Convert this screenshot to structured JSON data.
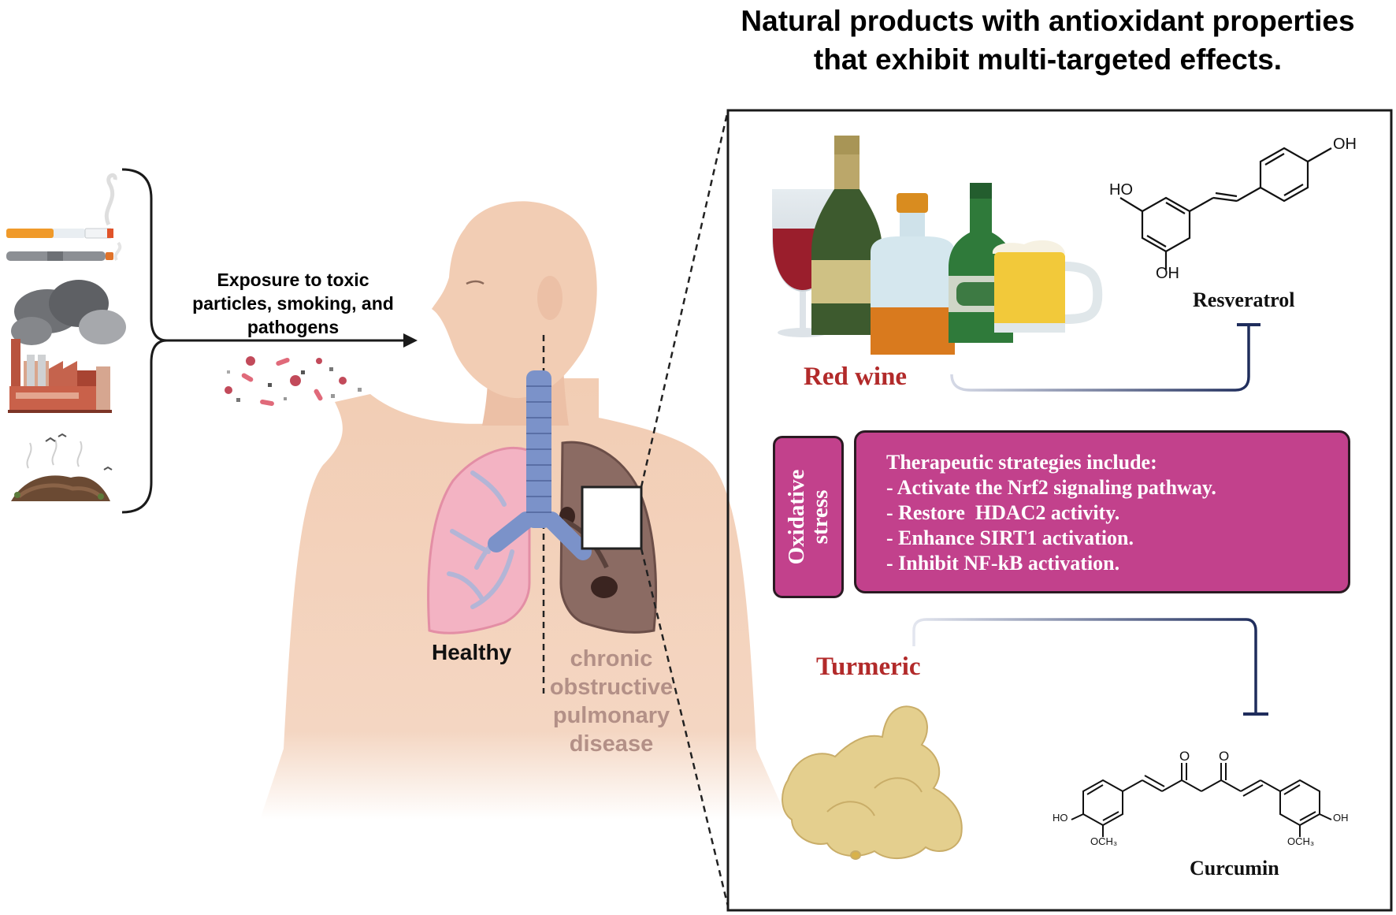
{
  "title": {
    "line1": "Natural products with antioxidant properties",
    "line2": "that exhibit multi-targeted effects."
  },
  "exposure": {
    "line1": "Exposure to toxic",
    "line2": "particles, smoking, and",
    "line3": "pathogens"
  },
  "lungs": {
    "healthy_label": "Healthy",
    "copd_line1": "chronic",
    "copd_line2": "obstructive",
    "copd_line3": "pulmonary",
    "copd_line4": "disease"
  },
  "sources": {
    "red_wine": "Red wine",
    "turmeric": "Turmeric"
  },
  "compounds": {
    "resveratrol": "Resveratrol",
    "curcumin": "Curcumin",
    "oh_label": "OH",
    "ho_label": "HO",
    "o_label": "O",
    "och3_label": "OCH₃"
  },
  "oxidative_stress": {
    "line1": "Oxidative",
    "line2": "stress"
  },
  "therapeutic": {
    "heading": "Therapeutic strategies include:",
    "items": [
      "- Activate the Nrf2 signaling pathway.",
      "- Restore  HDAC2 activity.",
      "- Enhance SIRT1 activation.",
      "- Inhibit NF-kB activation."
    ]
  },
  "colors": {
    "magenta_box": "#c2418c",
    "label_red": "#b22a2a",
    "inhibition_line": "#1f2d5c",
    "copd_label": "#b39087",
    "skin": "#f2cdb4"
  }
}
